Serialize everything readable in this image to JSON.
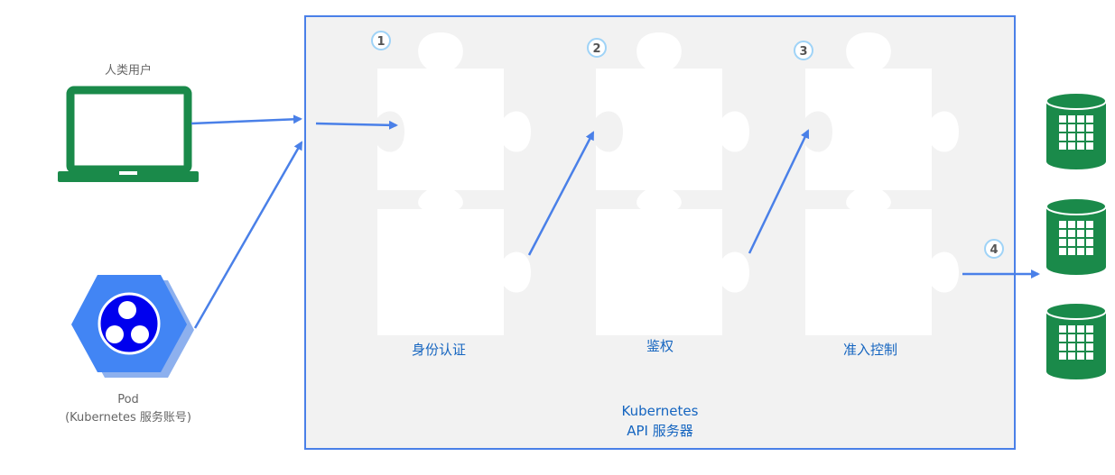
{
  "human_user": {
    "label": "人类用户",
    "icon": "laptop-icon"
  },
  "pod": {
    "label_line1": "Pod",
    "label_line2": "(Kubernetes 服务账号)",
    "icon": "pod-hexagon-icon"
  },
  "api_server": {
    "label_line1": "Kubernetes",
    "label_line2": "API 服务器",
    "stages": [
      {
        "step": "1",
        "label": "身份认证"
      },
      {
        "step": "2",
        "label": "鉴权"
      },
      {
        "step": "3",
        "label": "准入控制"
      }
    ]
  },
  "storage": {
    "step": "4",
    "icon": "database-icon"
  },
  "colors": {
    "arrow": "#4a80e8",
    "box_border": "#4a80e8",
    "box_fill": "#f2f2f2",
    "puzzle": "#ffffff",
    "laptop": "#1a8a4a",
    "database": "#1a8a4a",
    "hexagon": "#4285f4",
    "text_blue": "#1565c0",
    "step_ring": "#9fd3f7"
  }
}
